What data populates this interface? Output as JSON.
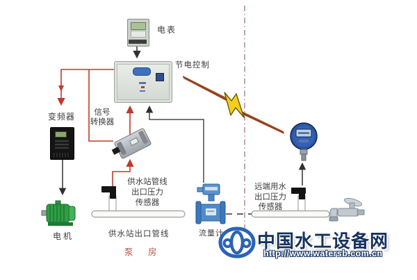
{
  "diagram": {
    "labels": {
      "meter": "电表",
      "power_saving_control": "节电控制",
      "inverter": "变频器",
      "signal_converter": [
        "信号",
        "转换器"
      ],
      "station_pressure_sensor": [
        "供水站管线",
        "出口压力",
        "传感器"
      ],
      "motor": "电机",
      "station_outlet_pipeline": "供水站出口管线",
      "pump_room": "泵 房",
      "flow_meter": "流量计",
      "remote_pressure_sensor": [
        "远端用水",
        "出口压力",
        "传感器"
      ]
    },
    "colors": {
      "wire_red": "#c0392b",
      "wire_dark": "#3a3a3a",
      "pump_room_red": "#c0504d",
      "lightning_yellow": "#f2cf1d",
      "divider_maroon": "#9b6b6b",
      "watermark_navy": "#16335e",
      "logo_blue": "#2b63b5"
    }
  },
  "watermark": {
    "title": "中国水工设备网",
    "url": "http://www.watersb.com.cn"
  }
}
